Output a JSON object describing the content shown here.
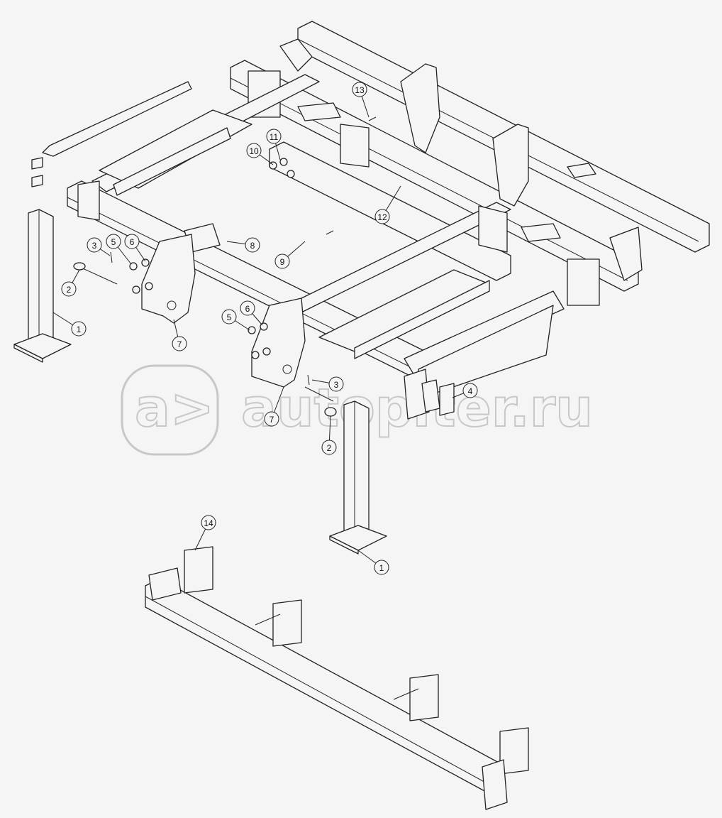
{
  "diagram": {
    "type": "exploded parts drawing",
    "callouts": [
      "13",
      "11",
      "10",
      "12",
      "8",
      "9",
      "3",
      "5",
      "6",
      "2",
      "1",
      "7",
      "5",
      "6",
      "3",
      "4",
      "7",
      "2",
      "1",
      "14"
    ]
  },
  "watermark": {
    "text": "autopiter.ru",
    "logo_text": "a>"
  },
  "colors": {
    "background": "#f5f5f5",
    "line": "#222222",
    "watermark": "#c8c8c8"
  }
}
